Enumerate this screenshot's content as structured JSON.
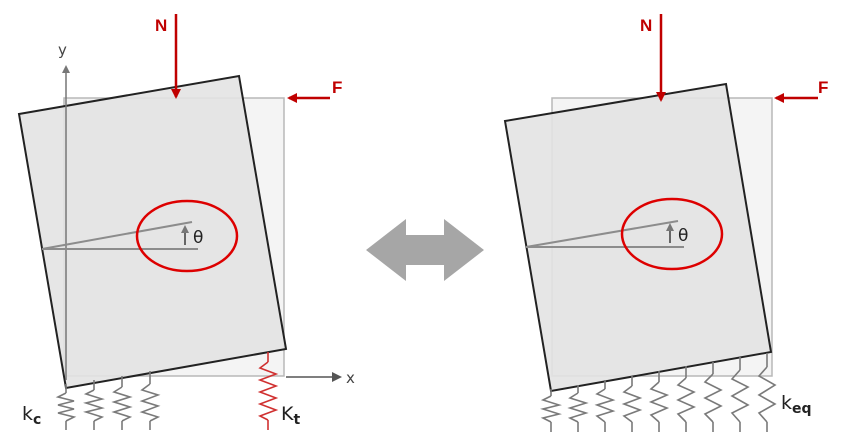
{
  "left_panel": {
    "normal_force_label": "N",
    "lateral_force_label": "F",
    "axis_y_label": "y",
    "axis_x_label": "x",
    "angle_label": "θ",
    "spring_compression": {
      "main": "k",
      "sub": "c"
    },
    "spring_tension": {
      "main": "K",
      "sub": "t"
    }
  },
  "right_panel": {
    "normal_force_label": "N",
    "lateral_force_label": "F",
    "angle_label": "θ",
    "spring_equivalent": {
      "main": "k",
      "sub": "eq"
    }
  },
  "colors": {
    "force": "#c00000",
    "highlight_circle": "#dd0000",
    "tension_spring": "#d03030",
    "spring": "#7a7a7a",
    "block_fill": "#e3e3e3",
    "block_stroke": "#222222",
    "ghost_outline": "#b8b8b8",
    "double_arrow": "#a6a6a6"
  },
  "icons": {
    "center": "double-headed-arrow-icon"
  }
}
